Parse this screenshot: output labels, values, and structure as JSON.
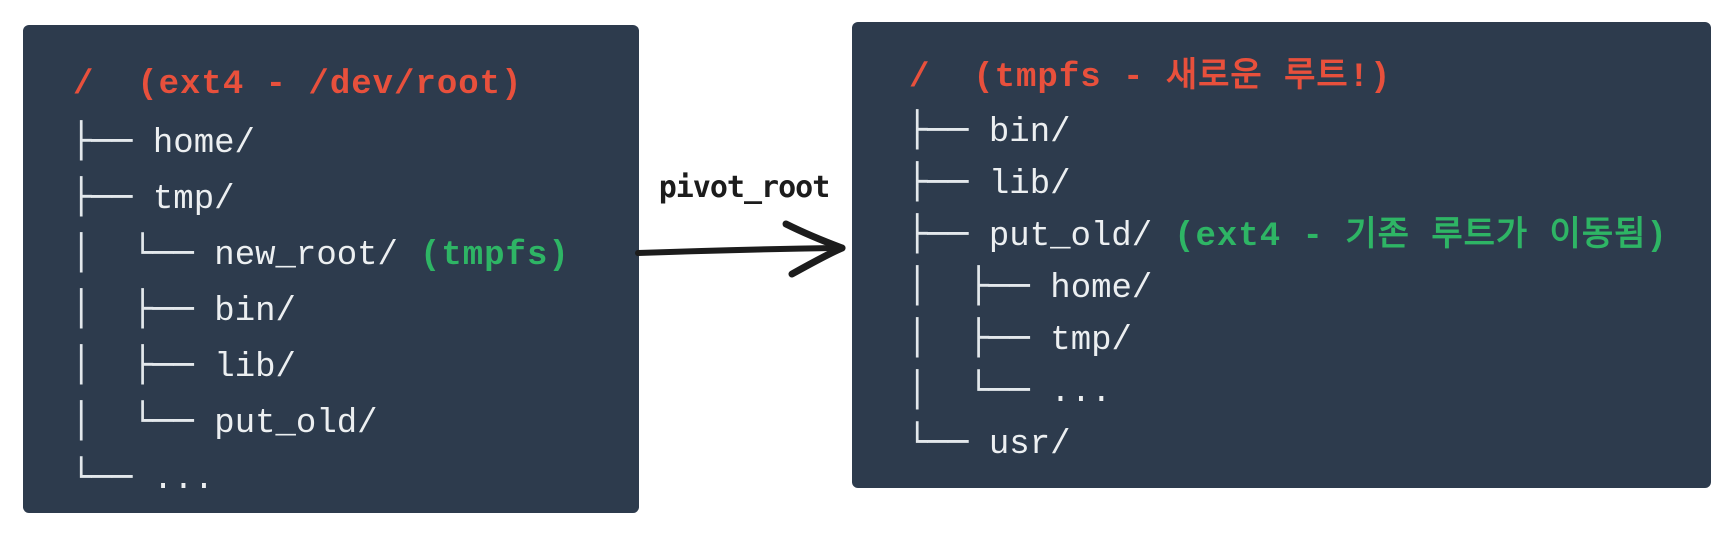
{
  "diagram": {
    "arrow_label": "pivot_root"
  },
  "colors": {
    "page_background": "#ffffff",
    "panel_background": "#2d3b4d",
    "tree_text": "#eceff1",
    "root_title_red": "#e8503c",
    "fs_note_green": "#2eb565",
    "arrow_black": "#1c1c1c"
  },
  "left_panel": {
    "title": "/  (ext4 - /dev/root)",
    "rows": [
      {
        "prefix": "├── ",
        "name": "home/",
        "note": ""
      },
      {
        "prefix": "├── ",
        "name": "tmp/",
        "note": ""
      },
      {
        "prefix": "│  └── ",
        "name": "new_root/",
        "note": "(tmpfs)"
      },
      {
        "prefix": "│  ├── ",
        "name": "bin/",
        "note": ""
      },
      {
        "prefix": "│  ├── ",
        "name": "lib/",
        "note": ""
      },
      {
        "prefix": "│  └── ",
        "name": "put_old/",
        "note": ""
      },
      {
        "prefix": "└── ",
        "name": "...",
        "note": ""
      }
    ]
  },
  "right_panel": {
    "title": "/  (tmpfs - 새로운 루트!)",
    "rows": [
      {
        "prefix": "├── ",
        "name": "bin/",
        "note": ""
      },
      {
        "prefix": "├── ",
        "name": "lib/",
        "note": ""
      },
      {
        "prefix": "├── ",
        "name": "put_old/",
        "note": "(ext4 - 기존 루트가 이동됨)"
      },
      {
        "prefix": "│  ├── ",
        "name": "home/",
        "note": ""
      },
      {
        "prefix": "│  ├── ",
        "name": "tmp/",
        "note": ""
      },
      {
        "prefix": "│  └── ",
        "name": "...",
        "note": ""
      },
      {
        "prefix": "└── ",
        "name": "usr/",
        "note": ""
      }
    ]
  }
}
